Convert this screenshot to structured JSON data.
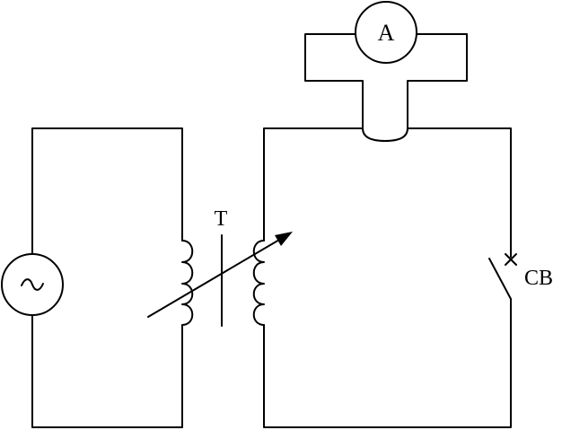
{
  "labels": {
    "transformer": "T",
    "breaker": "CB",
    "ammeter": "A",
    "source": "~"
  },
  "colors": {
    "line": "#000000",
    "background": "#ffffff"
  },
  "icons": {
    "source": "ac-source-icon",
    "transformer": "variable-transformer-icon",
    "ammeter": "ammeter-icon",
    "breaker": "circuit-breaker-icon"
  }
}
